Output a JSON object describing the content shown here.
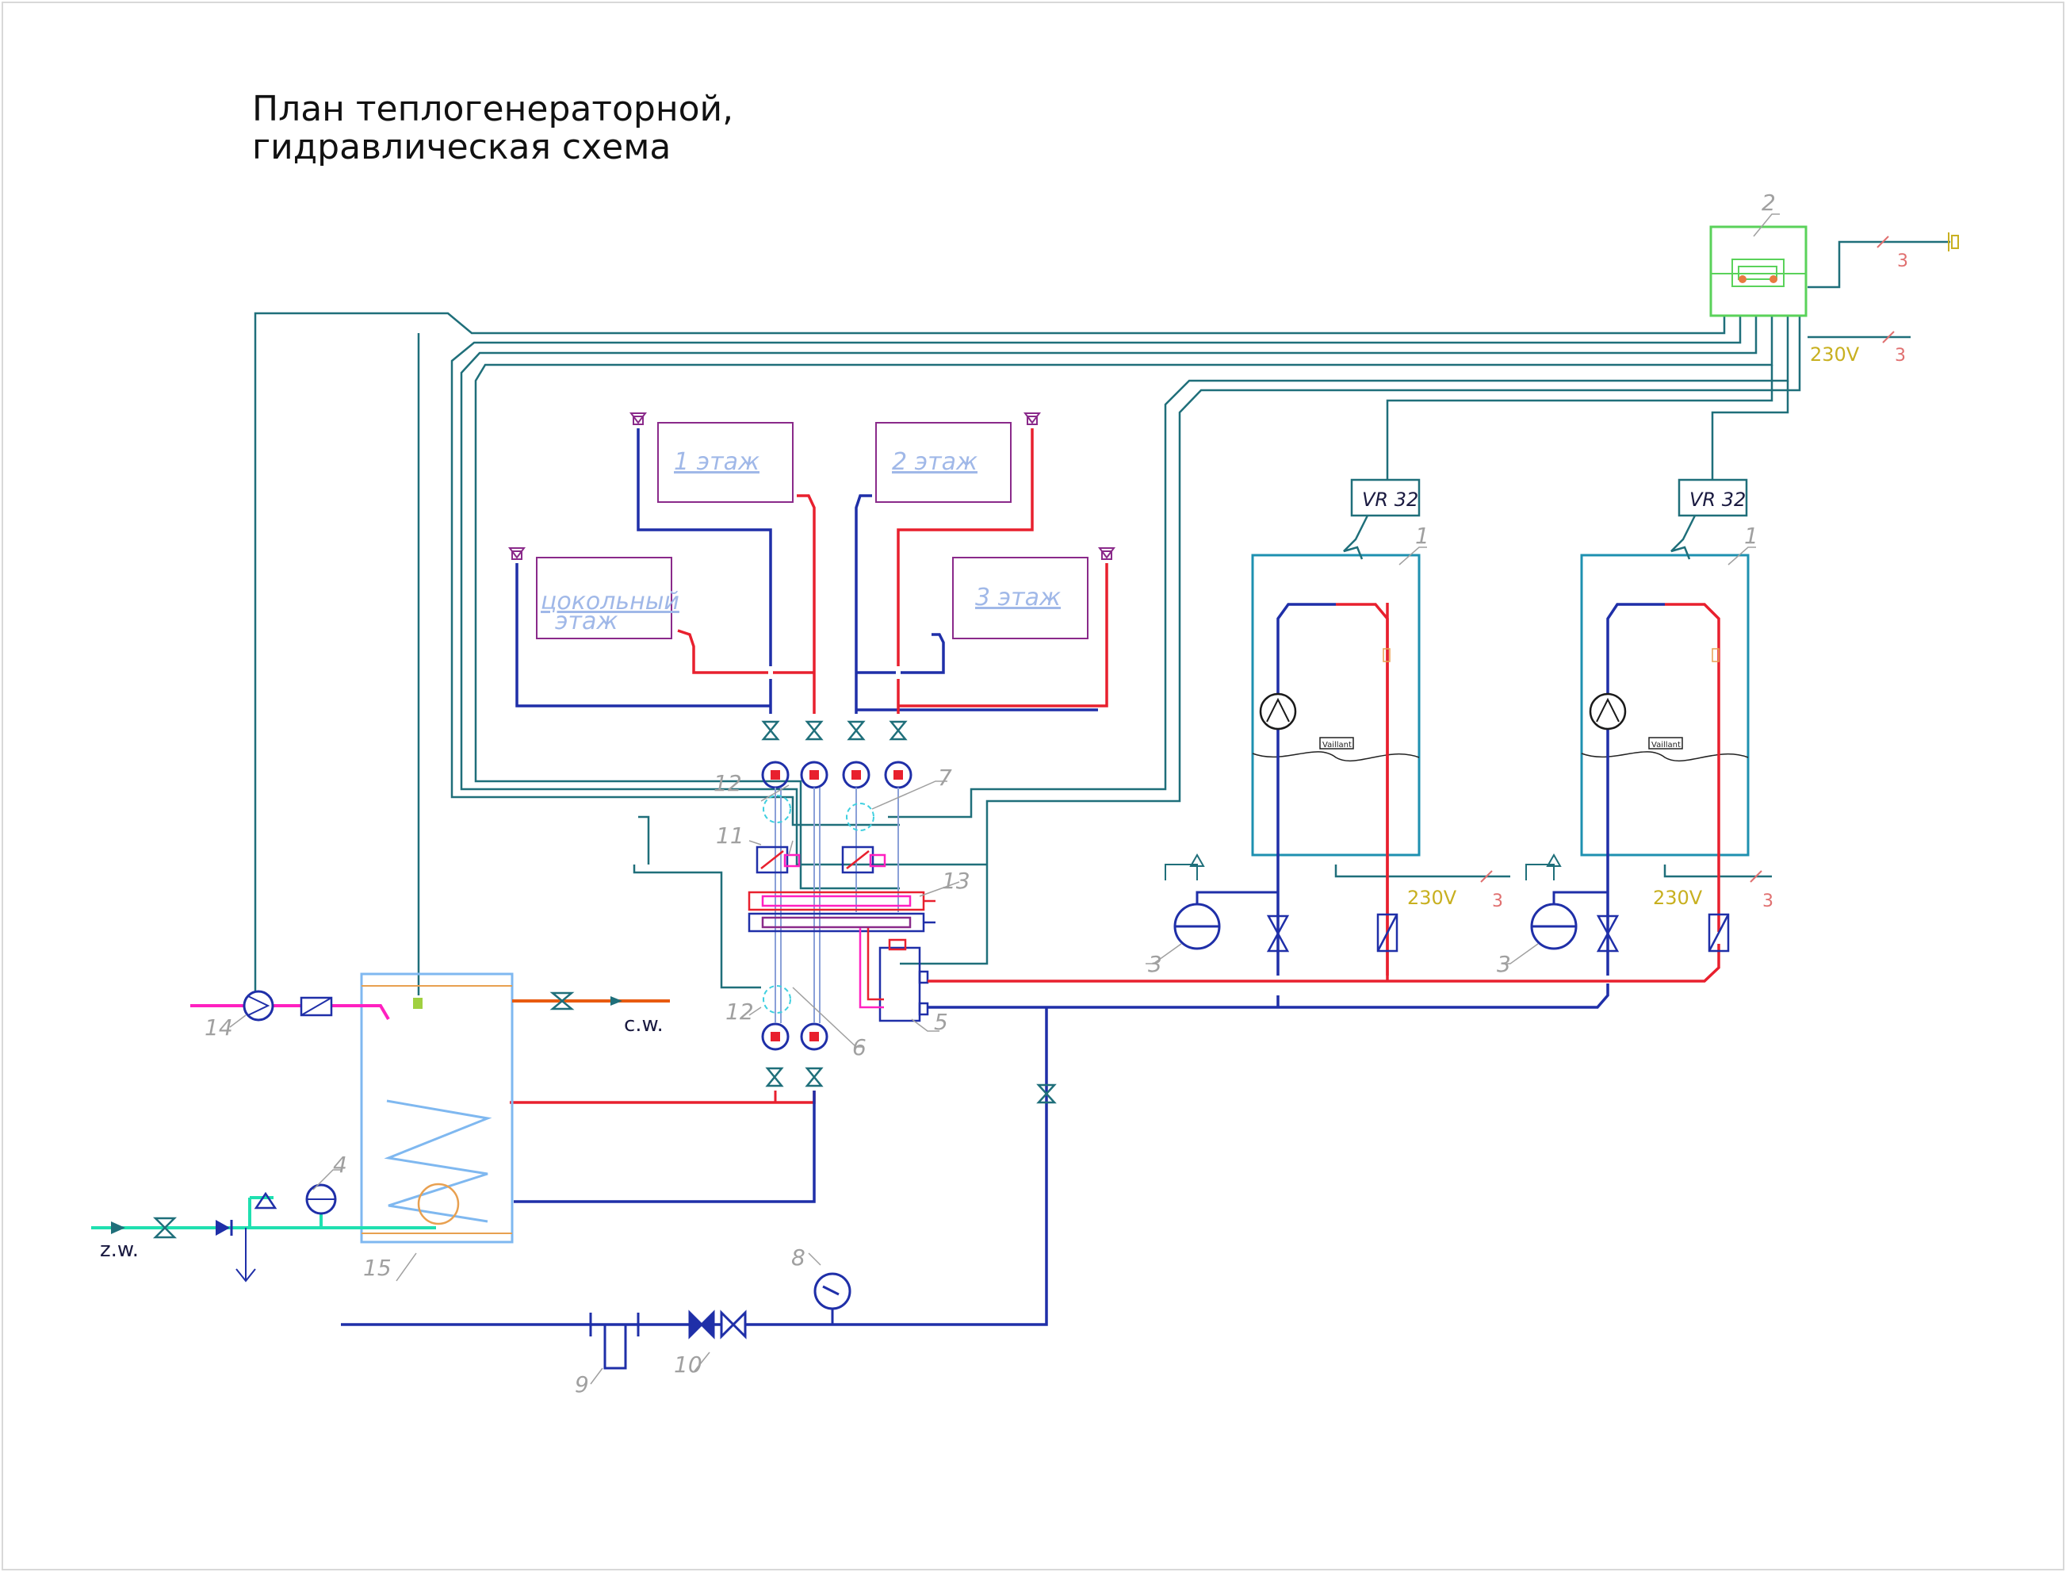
{
  "title": {
    "line1": "План теплогенераторной,",
    "line2": "гидравлическая схема"
  },
  "colors": {
    "supply": "#e8202e",
    "return": "#1f2fa8",
    "control": "#1f6f7a",
    "boiler": "#1e90b0",
    "radiator": "#8a2a8a",
    "cold_water": "#1fe0b0",
    "hot_water": "#e85a10",
    "recirc": "#ff20c0",
    "controller": "#5ad25a",
    "leader": "#a0a0a0",
    "yellow": "#c8b020",
    "salmon": "#e07070",
    "cyan": "#40d0e0",
    "tank": "#7fb8f0"
  },
  "floors": {
    "floor1": "1  этаж",
    "floor2": "2  этаж",
    "floor3": "3  этаж",
    "basement_line1": "цокольный",
    "basement_line2": "этаж"
  },
  "boilers": {
    "module_label": "VR 32",
    "brand": "Vaillant"
  },
  "voltage": "230V",
  "phase_mark": "3",
  "water": {
    "hot": "c.w.",
    "cold": "z.w."
  },
  "callouts": [
    "1",
    "2",
    "3",
    "4",
    "5",
    "6",
    "7",
    "8",
    "9",
    "10",
    "11",
    "12",
    "13",
    "14",
    "15"
  ]
}
